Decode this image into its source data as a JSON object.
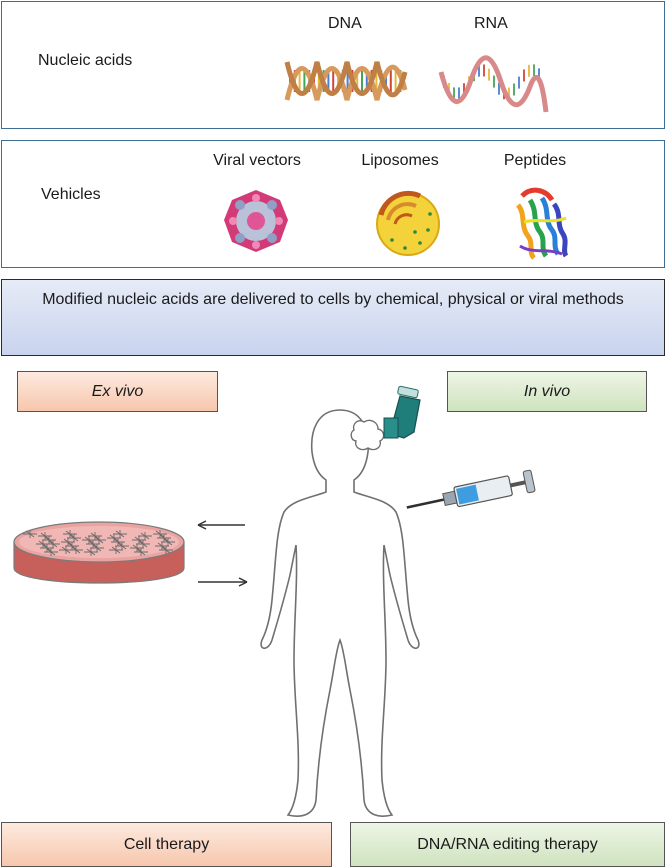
{
  "nucleic_panel": {
    "label": "Nucleic acids",
    "dna_label": "DNA",
    "rna_label": "RNA"
  },
  "vehicles_panel": {
    "label": "Vehicles",
    "items": [
      {
        "label": "Viral vectors",
        "icon": "viral-vector-icon"
      },
      {
        "label": "Liposomes",
        "icon": "liposome-icon"
      },
      {
        "label": "Peptides",
        "icon": "peptide-icon"
      }
    ]
  },
  "banner": {
    "text": "Modified nucleic acids are delivered to cells by chemical, physical or viral methods"
  },
  "ex_vivo": {
    "label": "Ex vivo"
  },
  "in_vivo": {
    "label": "In vivo"
  },
  "bottom": {
    "cell_therapy": "Cell therapy",
    "editing_therapy": "DNA/RNA editing therapy"
  },
  "colors": {
    "panel_border": "#3e6e93",
    "banner_fill": "#c8d3ee",
    "orange_tag": "#f7c7ad",
    "green_tag": "#cfe3bf"
  }
}
